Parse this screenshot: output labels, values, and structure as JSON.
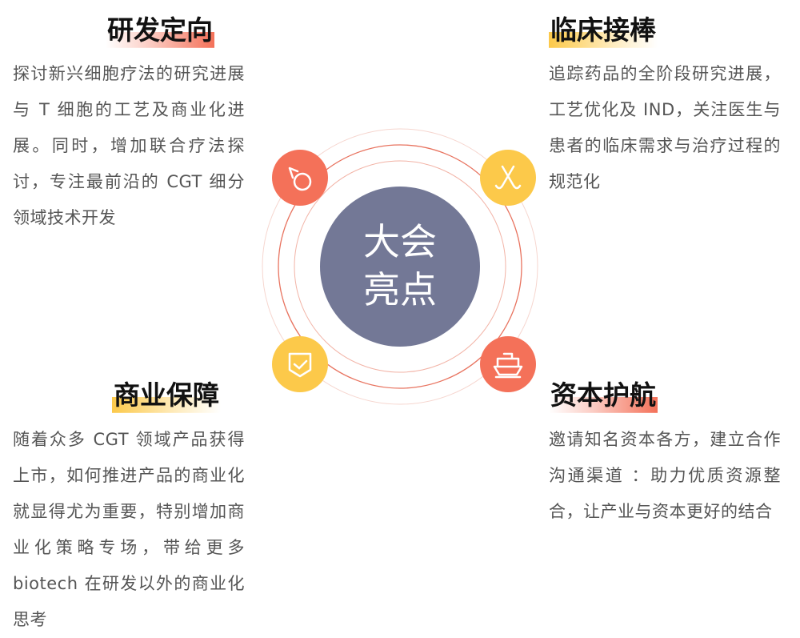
{
  "center": {
    "line1": "大会",
    "line2": "亮点"
  },
  "sections": [
    {
      "title": "研发定向",
      "text": "探讨新兴细胞疗法的研究进展与 T 细胞的工艺及商业化进展。同时，增加联合疗法探讨，专注最前沿的 CGT 细分领域技术开发",
      "icon": "drop-icon",
      "color": "#f47159"
    },
    {
      "title": "临床接棒",
      "text": "追踪药品的全阶段研究进展，工艺优化及 IND，关注医生与患者的临床需求与治疗过程的规范化",
      "icon": "crossed-sticks-icon",
      "color": "#fcc94a"
    },
    {
      "title": "商业保障",
      "text": "随着众多 CGT 领域产品获得上市，如何推进产品的商业化就显得尤为重要，特别增加商业化策略专场，带给更多 biotech 在研发以外的商业化思考",
      "icon": "shield-check-icon",
      "color": "#fcc94a"
    },
    {
      "title": "资本护航",
      "text": "邀请知名资本各方，建立合作沟通渠道 ：助力优质资源整合，让产业与资本更好的结合",
      "icon": "ship-icon",
      "color": "#f47159"
    }
  ],
  "colors": {
    "center": "#737896",
    "ring": "#e8735f"
  }
}
